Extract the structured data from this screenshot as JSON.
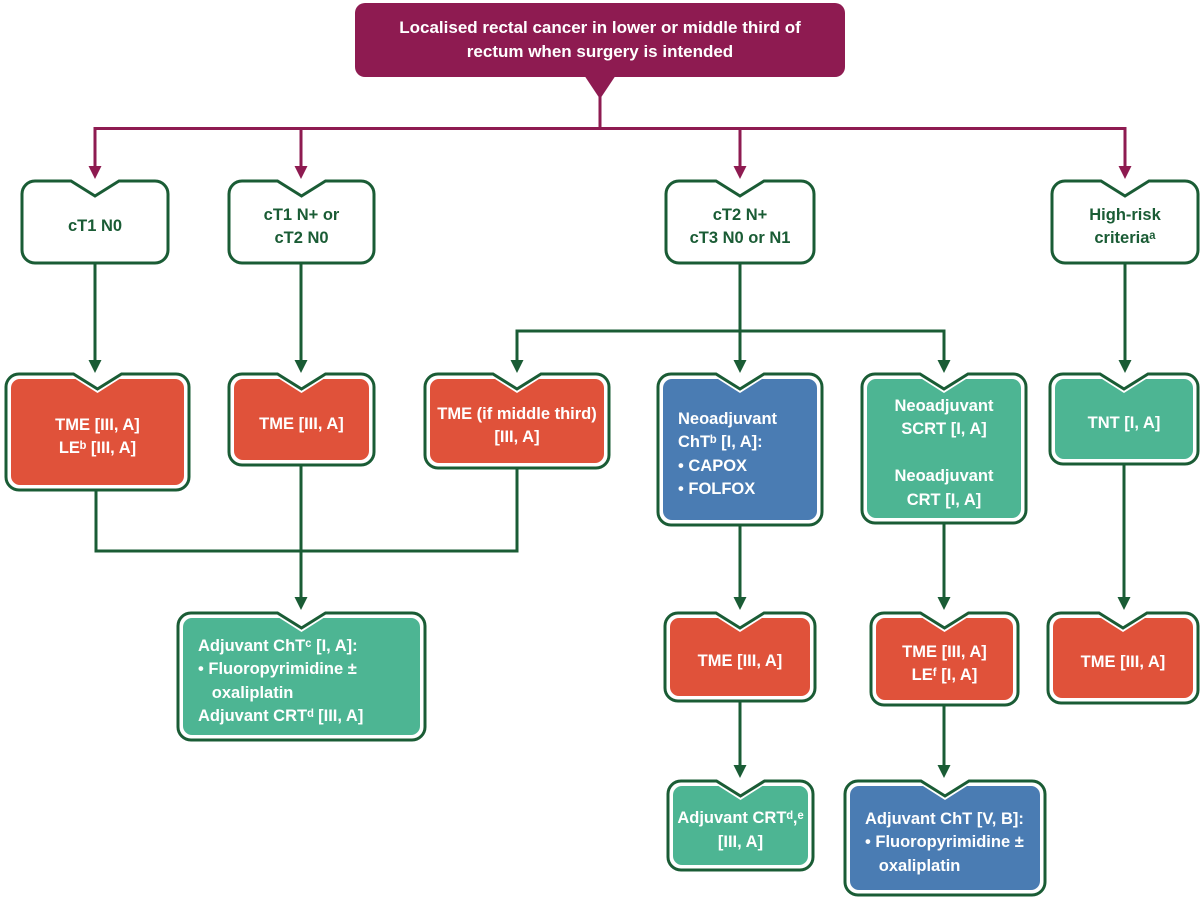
{
  "figure": {
    "type": "flowchart",
    "description_root": "Localised rectal cancer treatment algorithm"
  },
  "colors": {
    "maroon": "#8E1B51",
    "green": "#1A5C35",
    "orange": "#E0523A",
    "teal": "#4DB593",
    "blue": "#4A7CB3",
    "white_fill": "#FFFFFF"
  },
  "nodes": {
    "root": {
      "label": "Localised rectal cancer in lower or middle third of\nrectum when surgery is intended",
      "fill": "maroon",
      "align": "center"
    },
    "ct1n0": {
      "label": "cT1 N0",
      "fill": "white",
      "align": "center"
    },
    "ct1np": {
      "label": "cT1 N+ or\ncT2 N0",
      "fill": "white",
      "align": "center"
    },
    "ct2np": {
      "label": "cT2 N+\ncT3 N0 or N1",
      "fill": "white",
      "align": "center"
    },
    "highrisk": {
      "label": "High-risk\ncriteriaᵃ",
      "fill": "white",
      "align": "center"
    },
    "tme_le": {
      "label": "TME [III, A]\nLEᵇ [III, A]",
      "fill": "orange",
      "align": "center"
    },
    "tme2": {
      "label": "TME [III, A]",
      "fill": "orange",
      "align": "center"
    },
    "tme_mid": {
      "label": "TME (if middle third)\n[III, A]",
      "fill": "orange",
      "align": "center"
    },
    "neo_cht": {
      "label": "Neoadjuvant\nChTᵇ [I, A]:\n• CAPOX\n• FOLFOX",
      "fill": "blue",
      "align": "left"
    },
    "neo_scrt": {
      "label": "Neoadjuvant\nSCRT [I, A]\n\nNeoadjuvant\nCRT [I, A]",
      "fill": "teal",
      "align": "center"
    },
    "tnt": {
      "label": "TNT [I, A]",
      "fill": "teal",
      "align": "center"
    },
    "adj_cht": {
      "label": "Adjuvant ChTᶜ [I, A]:\n• Fluoropyrimidine ±\n   oxaliplatin\nAdjuvant CRTᵈ [III, A]",
      "fill": "teal",
      "align": "left"
    },
    "tme3": {
      "label": "TME [III, A]",
      "fill": "orange",
      "align": "center"
    },
    "tme_le2": {
      "label": "TME [III, A]\nLEᶠ [I, A]",
      "fill": "orange",
      "align": "center"
    },
    "tme4": {
      "label": "TME [III, A]",
      "fill": "orange",
      "align": "center"
    },
    "adj_crt": {
      "label": "Adjuvant CRTᵈ,ᵉ\n[III, A]",
      "fill": "teal",
      "align": "center"
    },
    "adj_cht2": {
      "label": "Adjuvant ChT [V, B]:\n• Fluoropyrimidine ±\n   oxaliplatin",
      "fill": "blue",
      "align": "left"
    }
  },
  "edges": [
    {
      "from": "root",
      "to": "ct1n0"
    },
    {
      "from": "root",
      "to": "ct1np"
    },
    {
      "from": "root",
      "to": "ct2np"
    },
    {
      "from": "root",
      "to": "highrisk"
    },
    {
      "from": "ct1n0",
      "to": "tme_le"
    },
    {
      "from": "ct1np",
      "to": "tme2"
    },
    {
      "from": "ct2np",
      "to": "tme_mid"
    },
    {
      "from": "ct2np",
      "to": "neo_cht"
    },
    {
      "from": "ct2np",
      "to": "neo_scrt"
    },
    {
      "from": "highrisk",
      "to": "tnt"
    },
    {
      "from": "tme_le",
      "to": "adj_cht"
    },
    {
      "from": "tme2",
      "to": "adj_cht"
    },
    {
      "from": "tme_mid",
      "to": "adj_cht"
    },
    {
      "from": "neo_cht",
      "to": "tme3"
    },
    {
      "from": "neo_scrt",
      "to": "tme_le2"
    },
    {
      "from": "tnt",
      "to": "tme4"
    },
    {
      "from": "tme3",
      "to": "adj_crt"
    },
    {
      "from": "tme_le2",
      "to": "adj_cht2"
    }
  ]
}
